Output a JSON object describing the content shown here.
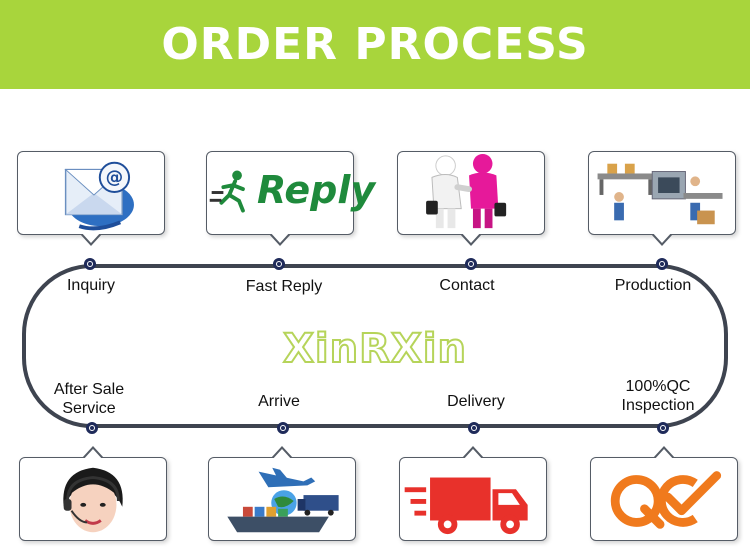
{
  "banner": {
    "title": "ORDER PROCESS"
  },
  "brand": {
    "name": "XinRXin"
  },
  "steps_top": [
    {
      "label": "Inquiry",
      "icon": "email-icon"
    },
    {
      "label": "Fast Reply",
      "icon": "reply-icon"
    },
    {
      "label": "Contact",
      "icon": "handshake-icon"
    },
    {
      "label": "Production",
      "icon": "factory-line-icon"
    }
  ],
  "steps_bottom": [
    {
      "label": "After Sale\nService",
      "icon": "customer-service-icon"
    },
    {
      "label": "Arrive",
      "icon": "logistics-icon"
    },
    {
      "label": "Delivery",
      "icon": "delivery-truck-icon"
    },
    {
      "label": "100%QC\nInspection",
      "icon": "qc-icon"
    }
  ],
  "reply_logo": {
    "text": "Reply"
  },
  "colors": {
    "banner": "#a8d53c",
    "brand_outline": "#b6d45a",
    "loop": "#3e4450",
    "node": "#1f2b5a",
    "reply": "#1f8a3c",
    "truck": "#e8312b",
    "qc": "#f07a1d"
  }
}
